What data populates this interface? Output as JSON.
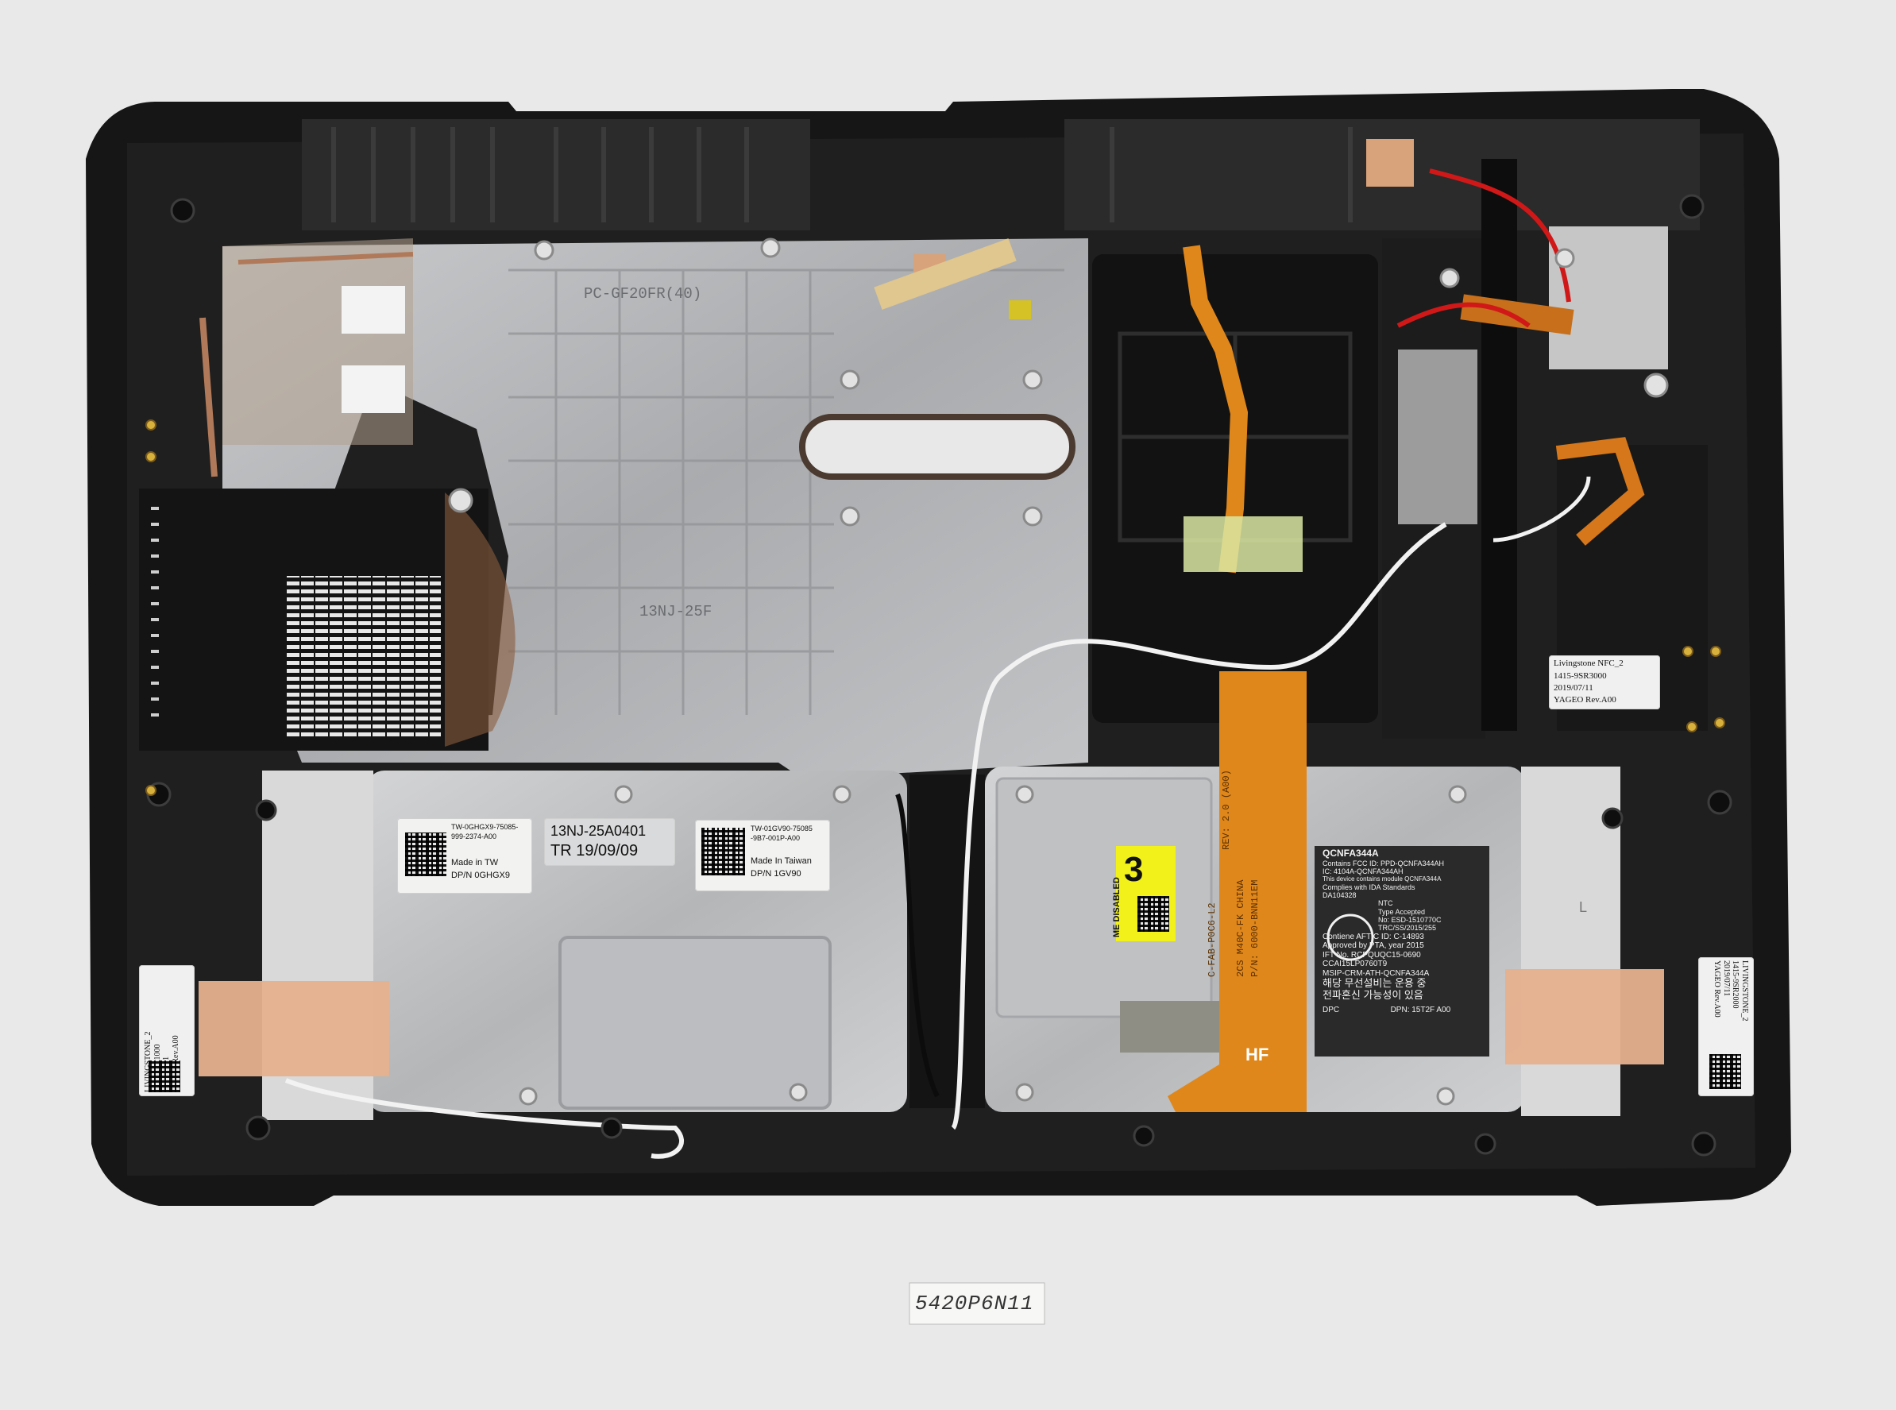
{
  "colors": {
    "background": "#e9e9ea",
    "frame": "#161616",
    "metal": "#b9bbbd",
    "shield": "#c9cacc",
    "flex": "#e0871b",
    "copper_tape": "#e6b08e",
    "yellow_sticker": "#f2f21a",
    "wlan_sticker": "#2a2a2a"
  },
  "chassis": {
    "molded_text_top": "PC-GF20FR(40)",
    "molded_text_mid": "13NJ-25F"
  },
  "battery_left": {
    "sticker_a": {
      "line1": "TW-0GHGX9-75085-",
      "line2": "999-2374-A00",
      "made_in": "Made in TW",
      "dpn": "DP/N 0GHGX9"
    },
    "sticker_b": {
      "line1": "13NJ-25A0401",
      "line2": "TR 19/09/09"
    },
    "sticker_c": {
      "line1": "TW-01GV90-75085",
      "line2": "-9B7-001P-A00",
      "made_in": "Made In Taiwan",
      "dpn": "DP/N  1GV90"
    }
  },
  "battery_right": {
    "yellow_number": "3",
    "yellow_text": "ME DISABLED"
  },
  "flex_cable": {
    "line1": "C-FAB-P0C6-L2",
    "line2": "REV: 2.0 (A00)",
    "line3": "2CS M40C-FK CHINA",
    "line4": "P/N: 6000-BNN11EM",
    "marking": "HF"
  },
  "wlan_card": {
    "lines": [
      "QCNFA344A",
      "Contains FCC ID: PPD-QCNFA344AH",
      "IC: 4104A-QCNFA344AH",
      "This device contains module QCNFA344A",
      "Complies with IDA Standards",
      "DA104328",
      "NTC",
      "Type Accepted",
      "No: ESD-1510770C",
      "TRC/SS/2015/255",
      "Contiene AFTIC ID: C-14893",
      "Approved by PTA, year 2015",
      "IFT No. RCPQUQC15-0690",
      "CCAI15LP0760T9",
      "MSIP-CRM-ATH-QCNFA344A",
      "해당 무선설비는 운용 중",
      "전파혼신 가능성이 있음",
      "DPC",
      "DPN: 15T2F A00"
    ]
  },
  "nfc_label": {
    "line1": "Livingstone NFC_2",
    "line2": "1415-9SR3000",
    "line3": "2019/07/11",
    "line4": "YAGEO    Rev.A00"
  },
  "antenna_label_left": {
    "line1": "LIVINGSTONE_2",
    "line2": "1415-9SR1000",
    "line3": "2019/07/11",
    "line4": "YAGEO    Rev.A00"
  },
  "antenna_label_right": {
    "line1": "LIVINGSTONE_2",
    "line2": "1415-9SR2000",
    "line3": "2019/07/11",
    "line4": "YAGEO    Rev.A00"
  },
  "handwritten_tag": "5420P6N11",
  "speaker_marking": "L"
}
